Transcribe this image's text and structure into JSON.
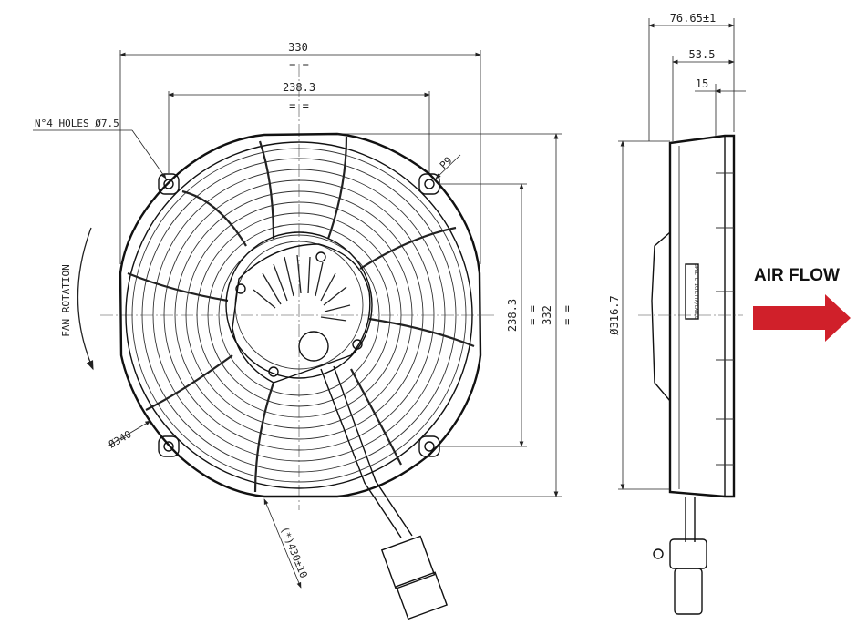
{
  "labels": {
    "holes_note": "N°4 HOLES Ø7.5",
    "fan_rotation": "FAN ROTATION",
    "air_flow": "AIR FLOW",
    "dim_330": "330",
    "dim_238_top": "238.3",
    "eq_top1": "= =",
    "eq_top2": "= =",
    "dim_238_right": "238.3",
    "eq_right1": "= =",
    "dim_332": "332",
    "eq_right2": "= =",
    "radius_p9": "P9",
    "dia_340": "Ø340",
    "cable_len": "(*)430±10",
    "side_76": "76.65±1",
    "side_53": "53.5",
    "side_15": "15",
    "side_dia": "Ø316.7",
    "label_plate": "SPAL ETICHETTA/LABEL"
  },
  "colors": {
    "line": "#111111",
    "arrow": "#d0202a"
  },
  "icons": {
    "air_flow_arrow": "right-arrow-icon",
    "rotation_arrow": "curved-arrow-icon"
  }
}
